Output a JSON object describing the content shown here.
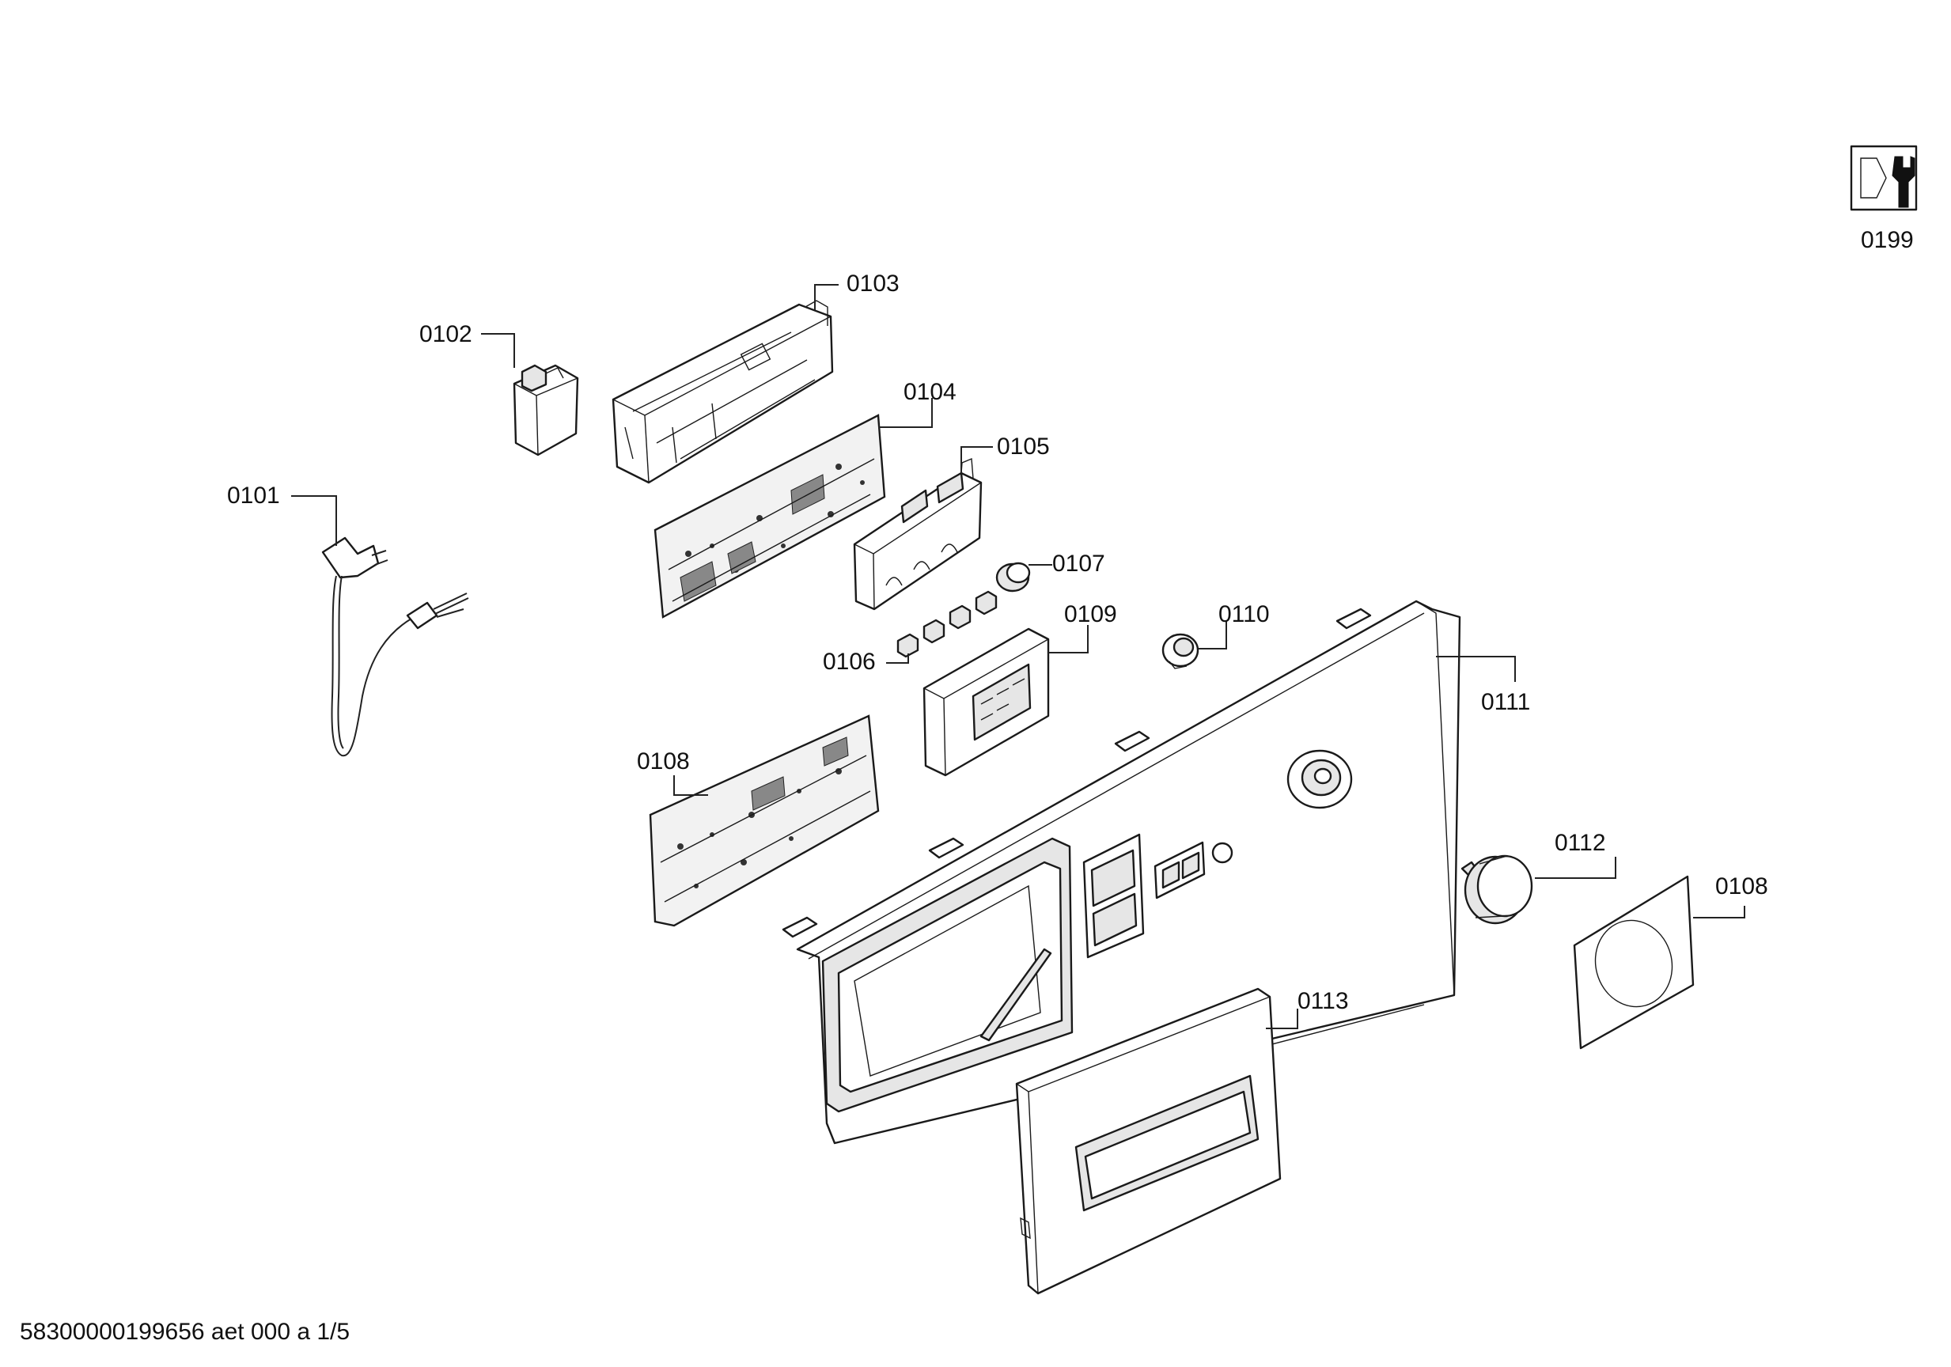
{
  "diagram": {
    "type": "exploded-parts-view",
    "callouts": [
      {
        "id": "0101",
        "part": "power-cord"
      },
      {
        "id": "0102",
        "part": "interference-filter"
      },
      {
        "id": "0103",
        "part": "module-housing"
      },
      {
        "id": "0104",
        "part": "power-module-board"
      },
      {
        "id": "0105",
        "part": "button-holder"
      },
      {
        "id": "0106",
        "part": "push-buttons"
      },
      {
        "id": "0107",
        "part": "small-knob"
      },
      {
        "id": "0108",
        "part": "control-module-board"
      },
      {
        "id": "0109",
        "part": "display-holder"
      },
      {
        "id": "0110",
        "part": "selector-axle"
      },
      {
        "id": "0111",
        "part": "control-panel-fascia"
      },
      {
        "id": "0112",
        "part": "program-selector-knob"
      },
      {
        "id": "0108",
        "part": "knob-label-foil"
      },
      {
        "id": "0113",
        "part": "detergent-drawer-handle"
      },
      {
        "id": "0199",
        "part": "tools-icon-item"
      }
    ],
    "footer": "58300000199656 aet 000 a 1/5"
  }
}
